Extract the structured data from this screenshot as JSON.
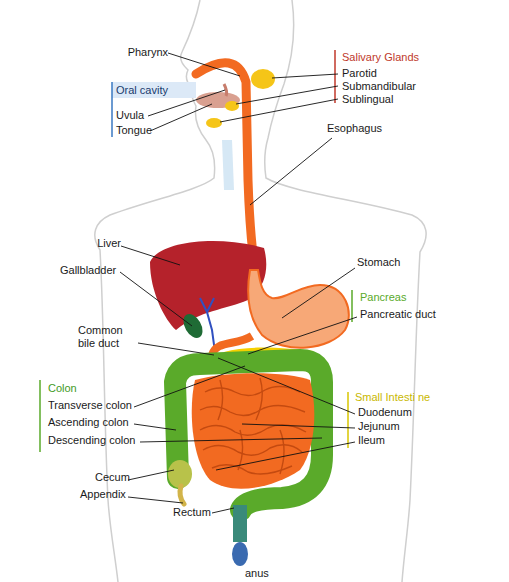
{
  "diagram": {
    "labels": [
      "Pharynx",
      "Salivary Glands",
      "Parotid",
      "Submandibular",
      "Sublingual",
      "Oral cavity",
      "Uvula",
      "Tongue",
      "Esophagus",
      "Liver",
      "Gallbladder",
      "Stomach",
      "Pancreas",
      "Pancreatic duct",
      "Common bile duct",
      "Colon",
      "Transverse colon",
      "Ascending colon",
      "Descending colon",
      "Small Intesti ne",
      "Duodenum",
      "Jejunum",
      "Ileum",
      "Cecum",
      "Appendix",
      "Rectum",
      "anus"
    ]
  }
}
